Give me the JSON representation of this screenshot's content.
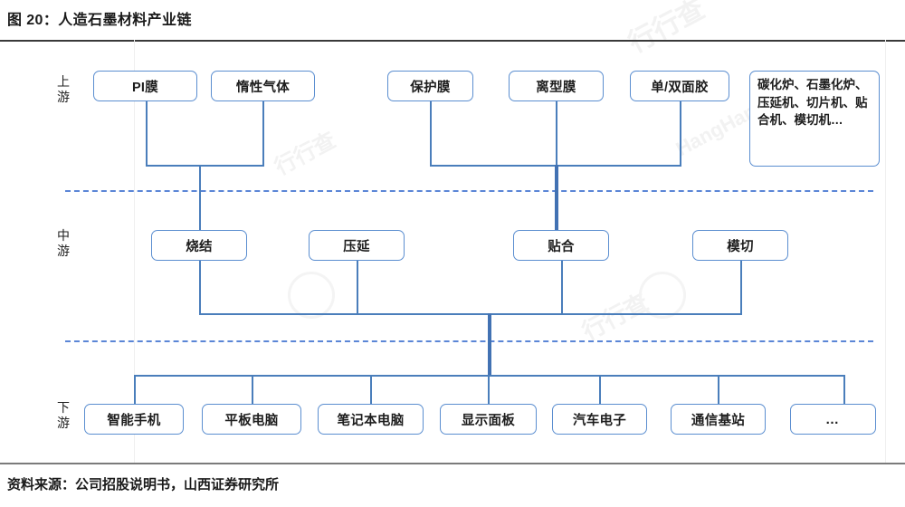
{
  "figure": {
    "title": "图 20：人造石墨材料产业链",
    "source": "资料来源：公司招股说明书，山西证券研究所"
  },
  "tiers": {
    "upstream_label": "上\n游",
    "upstream_label_l1": "上",
    "upstream_label_l2": "游",
    "midstream_label_l1": "中",
    "midstream_label_l2": "游",
    "downstream_label_l1": "下",
    "downstream_label_l2": "游"
  },
  "upstream": {
    "nodes": [
      {
        "label": "PI膜"
      },
      {
        "label": "惰性气体"
      },
      {
        "label": "保护膜"
      },
      {
        "label": "离型膜"
      },
      {
        "label": "单/双面胶"
      }
    ],
    "equipment": {
      "label": "碳化炉、石墨化炉、压延机、切片机、贴合机、模切机…"
    }
  },
  "midstream": {
    "nodes": [
      {
        "label": "烧结"
      },
      {
        "label": "压延"
      },
      {
        "label": "贴合"
      },
      {
        "label": "模切"
      }
    ]
  },
  "downstream": {
    "nodes": [
      {
        "label": "智能手机"
      },
      {
        "label": "平板电脑"
      },
      {
        "label": "笔记本电脑"
      },
      {
        "label": "显示面板"
      },
      {
        "label": "汽车电子"
      },
      {
        "label": "通信基站"
      },
      {
        "label": "…"
      }
    ]
  },
  "colors": {
    "box_border": "#5b8ed0",
    "connector": "#4a7ebb",
    "separator": "#5b86d6",
    "title_text": "#1a1a1a",
    "rule_top": "#3a3a3a",
    "rule_bottom": "#7b7b7b"
  }
}
